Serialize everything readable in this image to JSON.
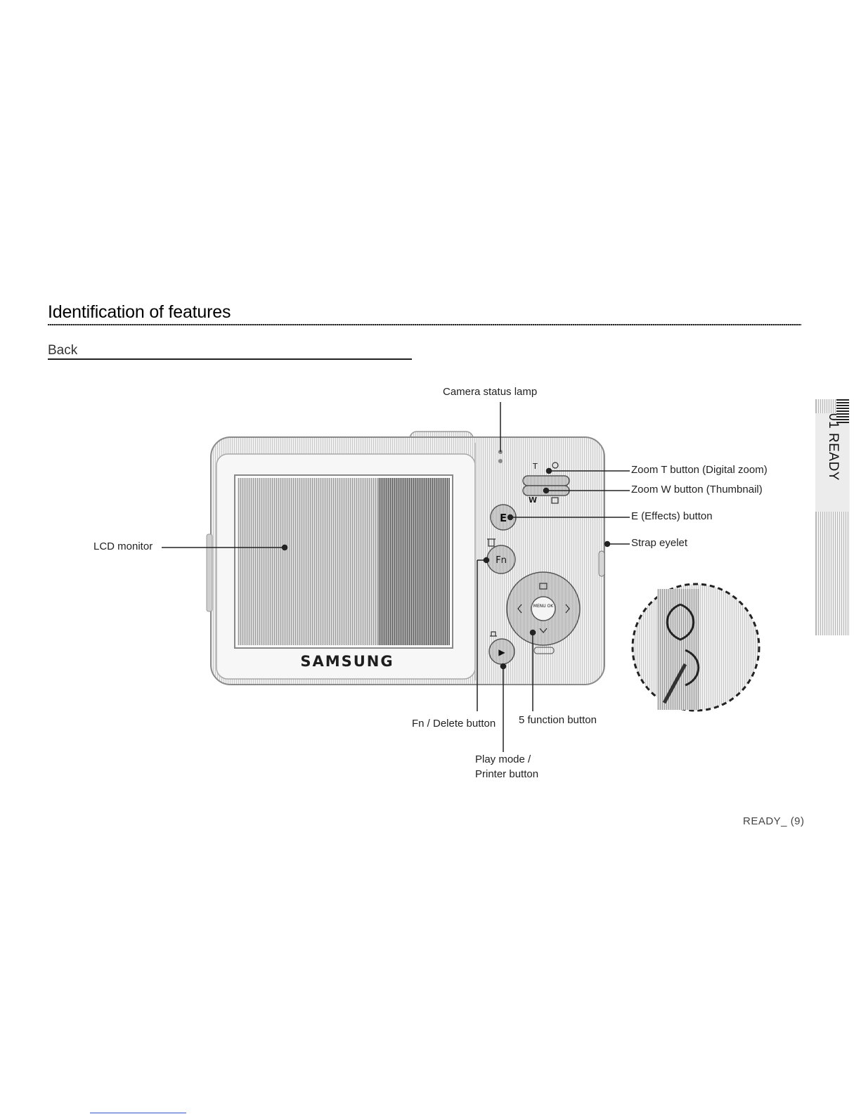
{
  "page": {
    "section_title": "Identification of features",
    "subsection": "Back",
    "side_tab": "01 READY",
    "page_number": "READY_ (9)"
  },
  "camera": {
    "brand": "SAMSUNG",
    "zoom_t_mark": "T",
    "zoom_w_mark": "W",
    "e_button_text": "E",
    "fn_button_text": "Fn",
    "menu_ok_text": "MENU OK",
    "play_button_text": "▶"
  },
  "callouts": {
    "camera_status_lamp": "Camera status lamp",
    "zoom_t": "Zoom T button (Digital zoom)",
    "zoom_w": "Zoom W button (Thumbnail)",
    "e_button": "E (Effects) button",
    "strap_eyelet": "Strap eyelet",
    "lcd_monitor": "LCD monitor",
    "fn_delete": "Fn / Delete button",
    "five_function": "5 function button",
    "play_mode": "Play mode /",
    "printer_button": "Printer button"
  }
}
